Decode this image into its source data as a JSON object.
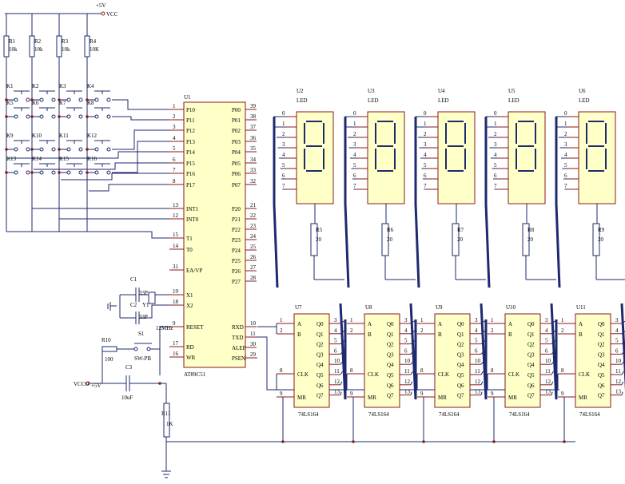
{
  "power": {
    "top_supply": "+5V",
    "top_net": "VCC",
    "bottom_net": "VCCO",
    "bottom_supply": "+5V"
  },
  "pullups": [
    {
      "ref": "R1",
      "val": "10k"
    },
    {
      "ref": "R2",
      "val": "10k"
    },
    {
      "ref": "R3",
      "val": "10k"
    },
    {
      "ref": "R4",
      "val": "10K"
    }
  ],
  "keys": [
    [
      "K1",
      "K2",
      "K3",
      "K4"
    ],
    [
      "K5",
      "K6",
      "K7",
      "K8"
    ],
    [
      "K9",
      "K10",
      "K11",
      "K12"
    ],
    [
      "K13",
      "K14",
      "K15",
      "K16"
    ]
  ],
  "mcu": {
    "ref": "U1",
    "part": "AT89C51",
    "left_pins": [
      {
        "n": "1",
        "name": "P10"
      },
      {
        "n": "2",
        "name": "P11"
      },
      {
        "n": "3",
        "name": "P12"
      },
      {
        "n": "4",
        "name": "P13"
      },
      {
        "n": "5",
        "name": "P14"
      },
      {
        "n": "6",
        "name": "P15"
      },
      {
        "n": "7",
        "name": "P16"
      },
      {
        "n": "8",
        "name": "P17"
      },
      {
        "n": "13",
        "name": "INT1"
      },
      {
        "n": "12",
        "name": "INT0"
      },
      {
        "n": "15",
        "name": "T1"
      },
      {
        "n": "14",
        "name": "T0"
      },
      {
        "n": "31",
        "name": "EA/VP"
      },
      {
        "n": "19",
        "name": "X1"
      },
      {
        "n": "18",
        "name": "X2"
      },
      {
        "n": "9",
        "name": "RESET"
      },
      {
        "n": "17",
        "name": "RD"
      },
      {
        "n": "16",
        "name": "WR"
      }
    ],
    "right_pins": [
      {
        "n": "39",
        "name": "P00"
      },
      {
        "n": "38",
        "name": "P01"
      },
      {
        "n": "37",
        "name": "P02"
      },
      {
        "n": "36",
        "name": "P03"
      },
      {
        "n": "35",
        "name": "P04"
      },
      {
        "n": "34",
        "name": "P05"
      },
      {
        "n": "33",
        "name": "P06"
      },
      {
        "n": "32",
        "name": "P07"
      },
      {
        "n": "21",
        "name": "P20"
      },
      {
        "n": "22",
        "name": "P21"
      },
      {
        "n": "23",
        "name": "P22"
      },
      {
        "n": "24",
        "name": "P23"
      },
      {
        "n": "25",
        "name": "P24"
      },
      {
        "n": "26",
        "name": "P25"
      },
      {
        "n": "27",
        "name": "P26"
      },
      {
        "n": "28",
        "name": "P27"
      },
      {
        "n": "10",
        "name": "RXD"
      },
      {
        "n": "11",
        "name": "TXD"
      },
      {
        "n": "30",
        "name": "ALEP"
      },
      {
        "n": "29",
        "name": "PSEN"
      }
    ]
  },
  "crystal": {
    "c1": "C1",
    "c1v": "33P",
    "c2": "C2",
    "c2v": "33P",
    "y": "Y1",
    "yv": "12MHz"
  },
  "reset": {
    "r": "R10",
    "rv": "100",
    "sw": "S1",
    "swv": "SW-PB",
    "c": "C3",
    "cv": "10uF",
    "r2": "R11",
    "r2v": "1K"
  },
  "displays": [
    {
      "ref": "U2",
      "type": "LED",
      "r": "R5",
      "rv": "20"
    },
    {
      "ref": "U3",
      "type": "LED",
      "r": "R6",
      "rv": "20"
    },
    {
      "ref": "U4",
      "type": "LED",
      "r": "R7",
      "rv": "20"
    },
    {
      "ref": "U5",
      "type": "LED",
      "r": "R8",
      "rv": "20"
    },
    {
      "ref": "U6",
      "type": "LED",
      "r": "R9",
      "rv": "20"
    }
  ],
  "led_pins": [
    "0",
    "1",
    "2",
    "3",
    "4",
    "5",
    "6",
    "7"
  ],
  "shift_regs": [
    "U7",
    "U8",
    "U9",
    "U10",
    "U11"
  ],
  "shift_part": "74LS164",
  "sr_left_pins": [
    {
      "n": "1",
      "name": "A"
    },
    {
      "n": "2",
      "name": "B"
    },
    {
      "n": "8",
      "name": "CLK"
    },
    {
      "n": "9",
      "name": "MR"
    }
  ],
  "sr_right_pins": [
    {
      "n": "3",
      "name": "Q0"
    },
    {
      "n": "4",
      "name": "Q1"
    },
    {
      "n": "5",
      "name": "Q2"
    },
    {
      "n": "6",
      "name": "Q3"
    },
    {
      "n": "10",
      "name": "Q4"
    },
    {
      "n": "11",
      "name": "Q5"
    },
    {
      "n": "12",
      "name": "Q6"
    },
    {
      "n": "13",
      "name": "Q7"
    }
  ]
}
